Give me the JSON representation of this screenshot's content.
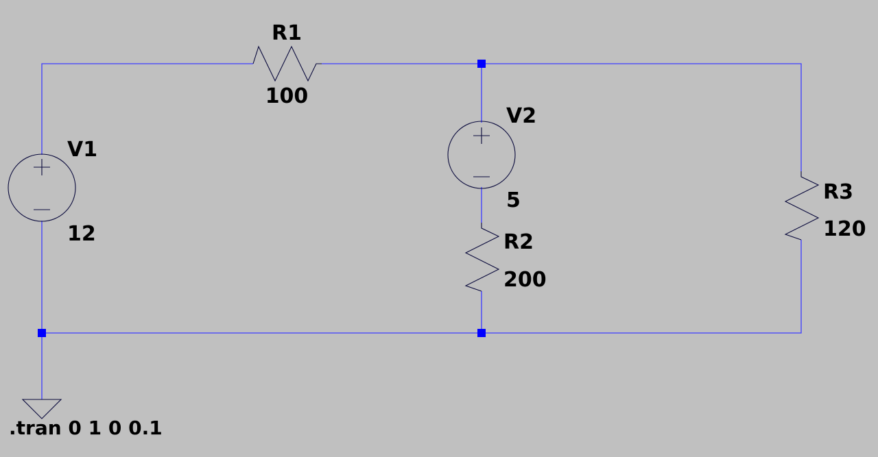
{
  "colors": {
    "background": "#c0c0c0",
    "wire": "#3c3cff",
    "junction": "#0000ff",
    "symbol": "#0a0a3c",
    "text": "#000000"
  },
  "components": {
    "r1": {
      "name": "R1",
      "value": "100"
    },
    "r2": {
      "name": "R2",
      "value": "200"
    },
    "r3": {
      "name": "R3",
      "value": "120"
    },
    "v1": {
      "name": "V1",
      "value": "12"
    },
    "v2": {
      "name": "V2",
      "value": "5"
    }
  },
  "directive": ".tran 0 1 0 0.1"
}
